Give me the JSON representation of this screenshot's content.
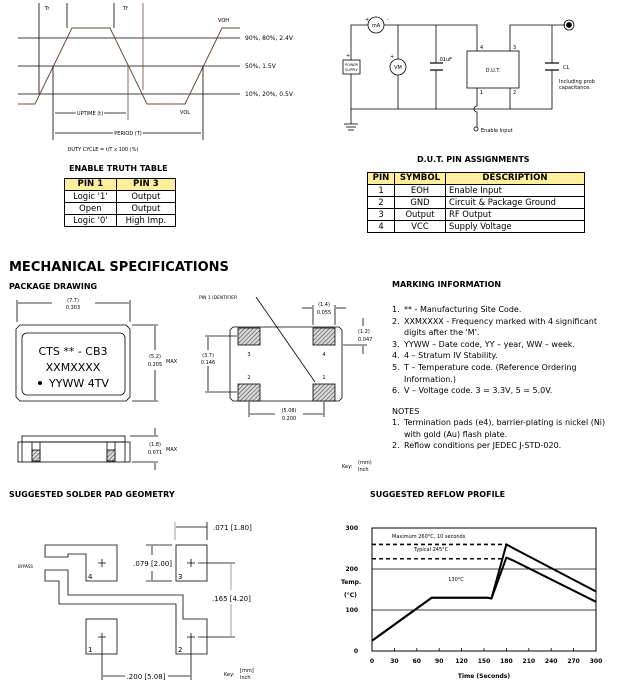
{
  "waveform": {
    "tr": "Tr",
    "tf": "Tf",
    "voh": "VOH",
    "vol": "VOL",
    "level_high": "90%, 80%, 2.4V",
    "level_mid": "50%, 1.5V",
    "level_low": "10%, 20%, 0.5V",
    "uptime": "UPTIME (t)",
    "period": "PERIOD (T)",
    "duty_cycle": "DUTY CYCLE = t/T x 100 (%)"
  },
  "circuit": {
    "ammeter": "mA",
    "voltmeter": "VM",
    "power_supply_1": "POWER",
    "power_supply_2": "SUPPLY",
    "cap": ".01uF",
    "dut": "D.U.T.",
    "cl": "CL",
    "cl_note_1": "Including prob",
    "cl_note_2": "capacitance.",
    "enable": "Enable Input",
    "plus": "+",
    "minus": "-",
    "pins": [
      "1",
      "2",
      "3",
      "4"
    ]
  },
  "enable_table": {
    "title": "ENABLE TRUTH TABLE",
    "headers": [
      "PIN 1",
      "PIN 3"
    ],
    "rows": [
      [
        "Logic '1'",
        "Output"
      ],
      [
        "Open",
        "Output"
      ],
      [
        "Logic '0'",
        "High Imp."
      ]
    ]
  },
  "pin_table": {
    "title": "D.U.T. PIN ASSIGNMENTS",
    "headers": [
      "PIN",
      "SYMBOL",
      "DESCRIPTION"
    ],
    "rows": [
      [
        "1",
        "EOH",
        "Enable Input"
      ],
      [
        "2",
        "GND",
        "Circuit & Package Ground"
      ],
      [
        "3",
        "Output",
        "RF Output"
      ],
      [
        "4",
        "VCC",
        "Supply Voltage"
      ]
    ]
  },
  "mechanical": {
    "title": "MECHANICAL SPECIFICATIONS",
    "package_title": "PACKAGE DRAWING",
    "marking_lines": [
      "CTS ** - CB3",
      "XXMXXXX",
      "YYWW 4TV"
    ],
    "dim_width_mm": "(7.7)",
    "dim_width_in": "0.303",
    "dim_height_mm": "(5.2)",
    "dim_height_in": "0.205",
    "dim_thick_mm": "(1.8)",
    "dim_thick_in": "0.071",
    "max": "MAX",
    "pin1_identifier": "PIN 1 IDENTIFIER",
    "dim_pad_w_mm": "(1.4)",
    "dim_pad_w_in": "0.055",
    "dim_pad_h_mm": "(1.2)",
    "dim_pad_h_in": "0.047",
    "dim_pitch_v_mm": "(3.7)",
    "dim_pitch_v_in": "0.146",
    "dim_pitch_h_mm": "(5.08)",
    "dim_pitch_h_in": "0.200",
    "pad_labels": [
      "1",
      "2",
      "3",
      "4"
    ],
    "key_label": "Key:",
    "key_mm": "(mm)",
    "key_inch": "Inch"
  },
  "marking_info": {
    "title": "MARKING INFORMATION",
    "items": [
      {
        "n": "1.",
        "text": "** - Manufacturing Site Code."
      },
      {
        "n": "2.",
        "text": "XXMXXXX - Frequency marked with 4 significant digits after the 'M'."
      },
      {
        "n": "3.",
        "text": "YYWW – Date code, YY – year, WW – week."
      },
      {
        "n": "4.",
        "text": "4 – Stratum IV Stability."
      },
      {
        "n": "5.",
        "text": "T – Temperature code. (Reference Ordering Information.)"
      },
      {
        "n": "6.",
        "text": "V – Voltage code.  3 = 3.3V, 5 = 5.0V."
      }
    ],
    "notes_title": "NOTES",
    "notes": [
      {
        "n": "1.",
        "text": "Termination pads (e4), barrier-plating is nickel (Ni) with gold (Au) flash plate."
      },
      {
        "n": "2.",
        "text": "Reflow conditions per JEDEC J-STD-020."
      }
    ]
  },
  "solder_pad": {
    "title": "SUGGESTED SOLDER PAD GEOMETRY",
    "bypass": "BYPASS",
    "dim_pad_w": ".071 [1.80]",
    "dim_pad_h": ".079 [2.00]",
    "dim_pitch_v": ".165 [4.20]",
    "dim_pitch_h": ".200 [5.08]",
    "pad_labels": [
      "1",
      "2",
      "3",
      "4"
    ],
    "key_label": "Key:",
    "key_mm": "[mm]",
    "key_inch": "Inch"
  },
  "chart_data": {
    "type": "line",
    "title": "SUGGESTED REFLOW PROFILE",
    "xlabel": "Time (Seconds)",
    "ylabel": "Temp.",
    "ylabel_unit": "(°C)",
    "xlim": [
      0,
      300
    ],
    "ylim": [
      0,
      300
    ],
    "x_ticks": [
      "0",
      "30",
      "60",
      "90",
      "120",
      "150",
      "180",
      "210",
      "240",
      "270",
      "300"
    ],
    "y_ticks": [
      "0",
      "100",
      "200",
      "300"
    ],
    "gridlines_y": [
      100,
      200
    ],
    "series": [
      {
        "x": [
          0,
          80,
          155,
          160,
          180,
          190,
          300
        ],
        "y": [
          25,
          130,
          130,
          128,
          260,
          250,
          145
        ]
      },
      {
        "x": [
          0,
          80,
          155,
          160,
          180,
          190,
          300
        ],
        "y": [
          25,
          130,
          130,
          128,
          228,
          220,
          120
        ]
      }
    ],
    "reference_lines": [
      {
        "y": 260,
        "x_end": 180,
        "label": "Maximum  260°C,  10 seconds"
      },
      {
        "y": 225,
        "x_end": 178,
        "label": "Typical  245°C"
      }
    ],
    "annotation": {
      "x": 112,
      "y": 145,
      "text": "130°C"
    }
  }
}
